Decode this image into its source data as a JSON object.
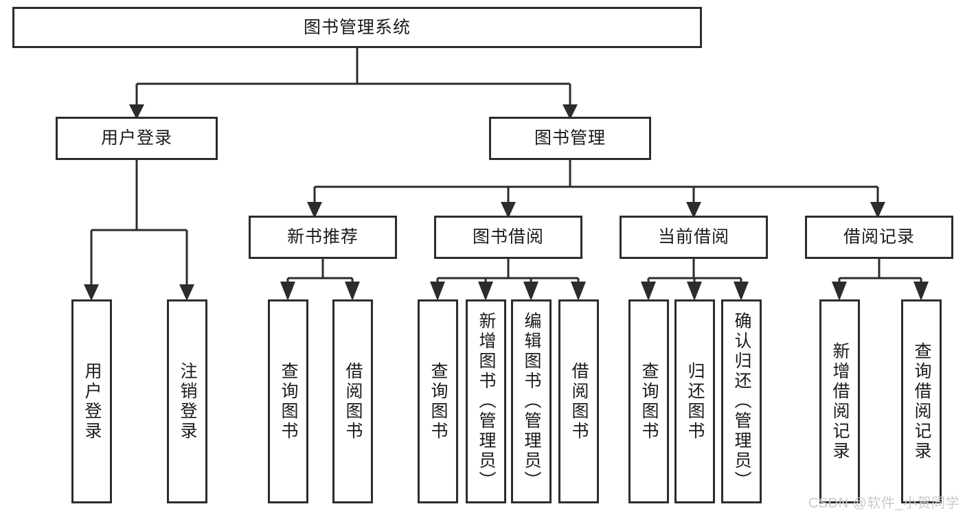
{
  "diagram": {
    "title": "图书管理系统",
    "watermark": "CSDN @软件_小贺同学",
    "colors": {
      "border": "#2c2c2c",
      "fill": "#ffffff",
      "text": "#1a1a1a",
      "connector": "#2c2c2c",
      "watermark": "#c9c9c9"
    },
    "levels": {
      "root": {
        "label": "图书管理系统"
      },
      "level2": [
        {
          "id": "user-login",
          "label": "用户登录"
        },
        {
          "id": "book-management",
          "label": "图书管理"
        }
      ],
      "level3": [
        {
          "id": "new-book-recommend",
          "label": "新书推荐"
        },
        {
          "id": "book-borrow",
          "label": "图书借阅"
        },
        {
          "id": "current-borrow",
          "label": "当前借阅"
        },
        {
          "id": "borrow-record",
          "label": "借阅记录"
        }
      ],
      "leaves": [
        {
          "id": "leaf-user-login",
          "label": "用户登录",
          "parent": "user-login"
        },
        {
          "id": "leaf-user-logout",
          "label": "注销登录",
          "parent": "user-login"
        },
        {
          "id": "leaf-query-book-1",
          "label": "查询图书",
          "parent": "new-book-recommend"
        },
        {
          "id": "leaf-borrow-book-1",
          "label": "借阅图书",
          "parent": "new-book-recommend"
        },
        {
          "id": "leaf-query-book-2",
          "label": "查询图书",
          "parent": "book-borrow"
        },
        {
          "id": "leaf-add-book",
          "label": "新增图书（管理员）",
          "parent": "book-borrow"
        },
        {
          "id": "leaf-edit-book",
          "label": "编辑图书（管理员）",
          "parent": "book-borrow"
        },
        {
          "id": "leaf-borrow-book-2",
          "label": "借阅图书",
          "parent": "book-borrow"
        },
        {
          "id": "leaf-query-book-3",
          "label": "查询图书",
          "parent": "current-borrow"
        },
        {
          "id": "leaf-return-book",
          "label": "归还图书",
          "parent": "current-borrow"
        },
        {
          "id": "leaf-confirm-return",
          "label": "确认归还（管理员）",
          "parent": "current-borrow"
        },
        {
          "id": "leaf-add-record",
          "label": "新增借阅记录",
          "parent": "borrow-record"
        },
        {
          "id": "leaf-query-record",
          "label": "查询借阅记录",
          "parent": "borrow-record"
        }
      ]
    }
  }
}
